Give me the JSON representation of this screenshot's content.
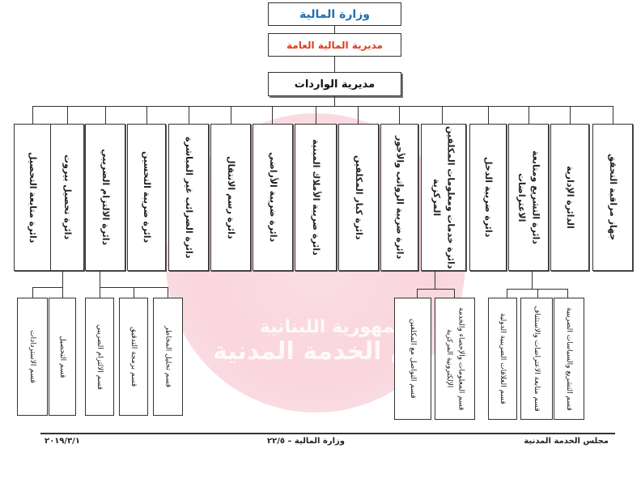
{
  "header": {
    "ministry": "وزارة المالية",
    "general_directorate": "مديرية المالية العامة",
    "directorate": "مديرية الواردات"
  },
  "departments": [
    "دائرة متابعة التحصيل",
    "دائرة تحصيل بيروت",
    "دائرة الالتزام الضريبي",
    "دائرة ضريبة التحسين",
    "دائرة الضرائب غير المباشرة",
    "دائرة رسم الانتقال",
    "دائرة ضريبة الأراضي",
    "دائرة ضريبة الأملاك المبنية",
    "دائرة كبار المكلفين",
    "دائرة ضريبة الرواتب والأجور",
    "دائرة خدمات ومعلومات المكلفين المركزية",
    "دائرة ضريبة الدخل",
    "دائرة التشريع ومتابعة الاعتراضات",
    "الدائرة الإدارية",
    "جهاز مراقبة التحقق"
  ],
  "sections": [
    "قسم الاستردادات",
    "قسم التحصيل",
    "قسم الالتزام الضريبي",
    "قسم برمجة التدقيق",
    "قسم تحليل المخاطر",
    "قسم التواصل مع المكلفين",
    "قسم المعلومات والإحصاء والخدمة الإلكترونية المركزية",
    "قسم العلاقات الضريبية الدولية",
    "قسم متابعة الاعتراضات والاستئناف",
    "قسم التشريع والسياسات الضريبية"
  ],
  "watermark": {
    "line1": "الجمهورية اللبنانية",
    "line2": "مجلس الخدمة المدنية"
  },
  "footer": {
    "right": "مجلس الخدمة المدنية",
    "center": "وزارة المالية – ٢٢/٥",
    "left": "٢٠١٩/٣/١"
  },
  "colors": {
    "ministry_text": "#1f6fb2",
    "general_directorate_text": "#e03c1f",
    "watermark": "#f5b3c1"
  }
}
